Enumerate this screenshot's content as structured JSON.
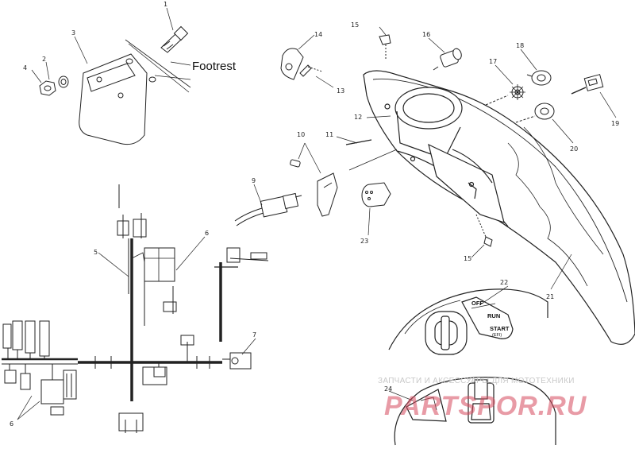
{
  "diagram": {
    "text_label": "Footrest",
    "callouts": {
      "c1": "1",
      "c2": "2",
      "c3": "3",
      "c4": "4",
      "c5": "5",
      "c6a": "6",
      "c6b": "6",
      "c7": "7",
      "c9": "9",
      "c10": "10",
      "c11": "11",
      "c12": "12",
      "c13": "13",
      "c14": "14",
      "c15a": "15",
      "c15b": "15",
      "c16": "16",
      "c17": "17",
      "c18": "18",
      "c19": "19",
      "c20": "20",
      "c21": "21",
      "c22": "22",
      "c23": "23",
      "c24": "24"
    },
    "switch_positions": {
      "off": "OFF",
      "run": "RUN",
      "start": "START",
      "start_sub": "(EFI)"
    },
    "watermark": {
      "top": "ЗАПЧАСТИ И АКСЕССУАРЫ ДЛЯ МОТОТЕХНИКИ",
      "brand": "PARTSPOR.RU"
    }
  }
}
